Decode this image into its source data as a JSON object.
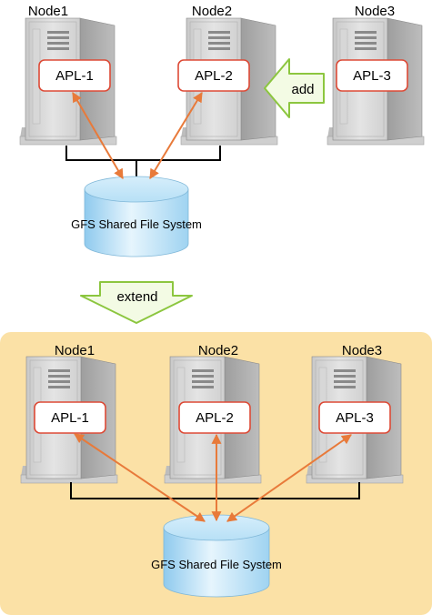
{
  "top": {
    "nodes": [
      {
        "name": "Node1",
        "app": "APL-1"
      },
      {
        "name": "Node2",
        "app": "APL-2"
      },
      {
        "name": "Node3",
        "app": "APL-3"
      }
    ],
    "add_label": "add",
    "storage_label": "GFS Shared File System"
  },
  "extend_label": "extend",
  "bottom": {
    "nodes": [
      {
        "name": "Node1",
        "app": "APL-1"
      },
      {
        "name": "Node2",
        "app": "APL-2"
      },
      {
        "name": "Node3",
        "app": "APL-3"
      }
    ],
    "storage_label": "GFS Shared File System"
  },
  "colors": {
    "panel_background": "#fbe1a6",
    "arrow": "#e87a3a",
    "app_box_border": "#dd4a36",
    "add_arrow_fill": "#f3fbe4",
    "add_arrow_stroke": "#8cc63f",
    "storage_fill": "#bfe3f7"
  }
}
